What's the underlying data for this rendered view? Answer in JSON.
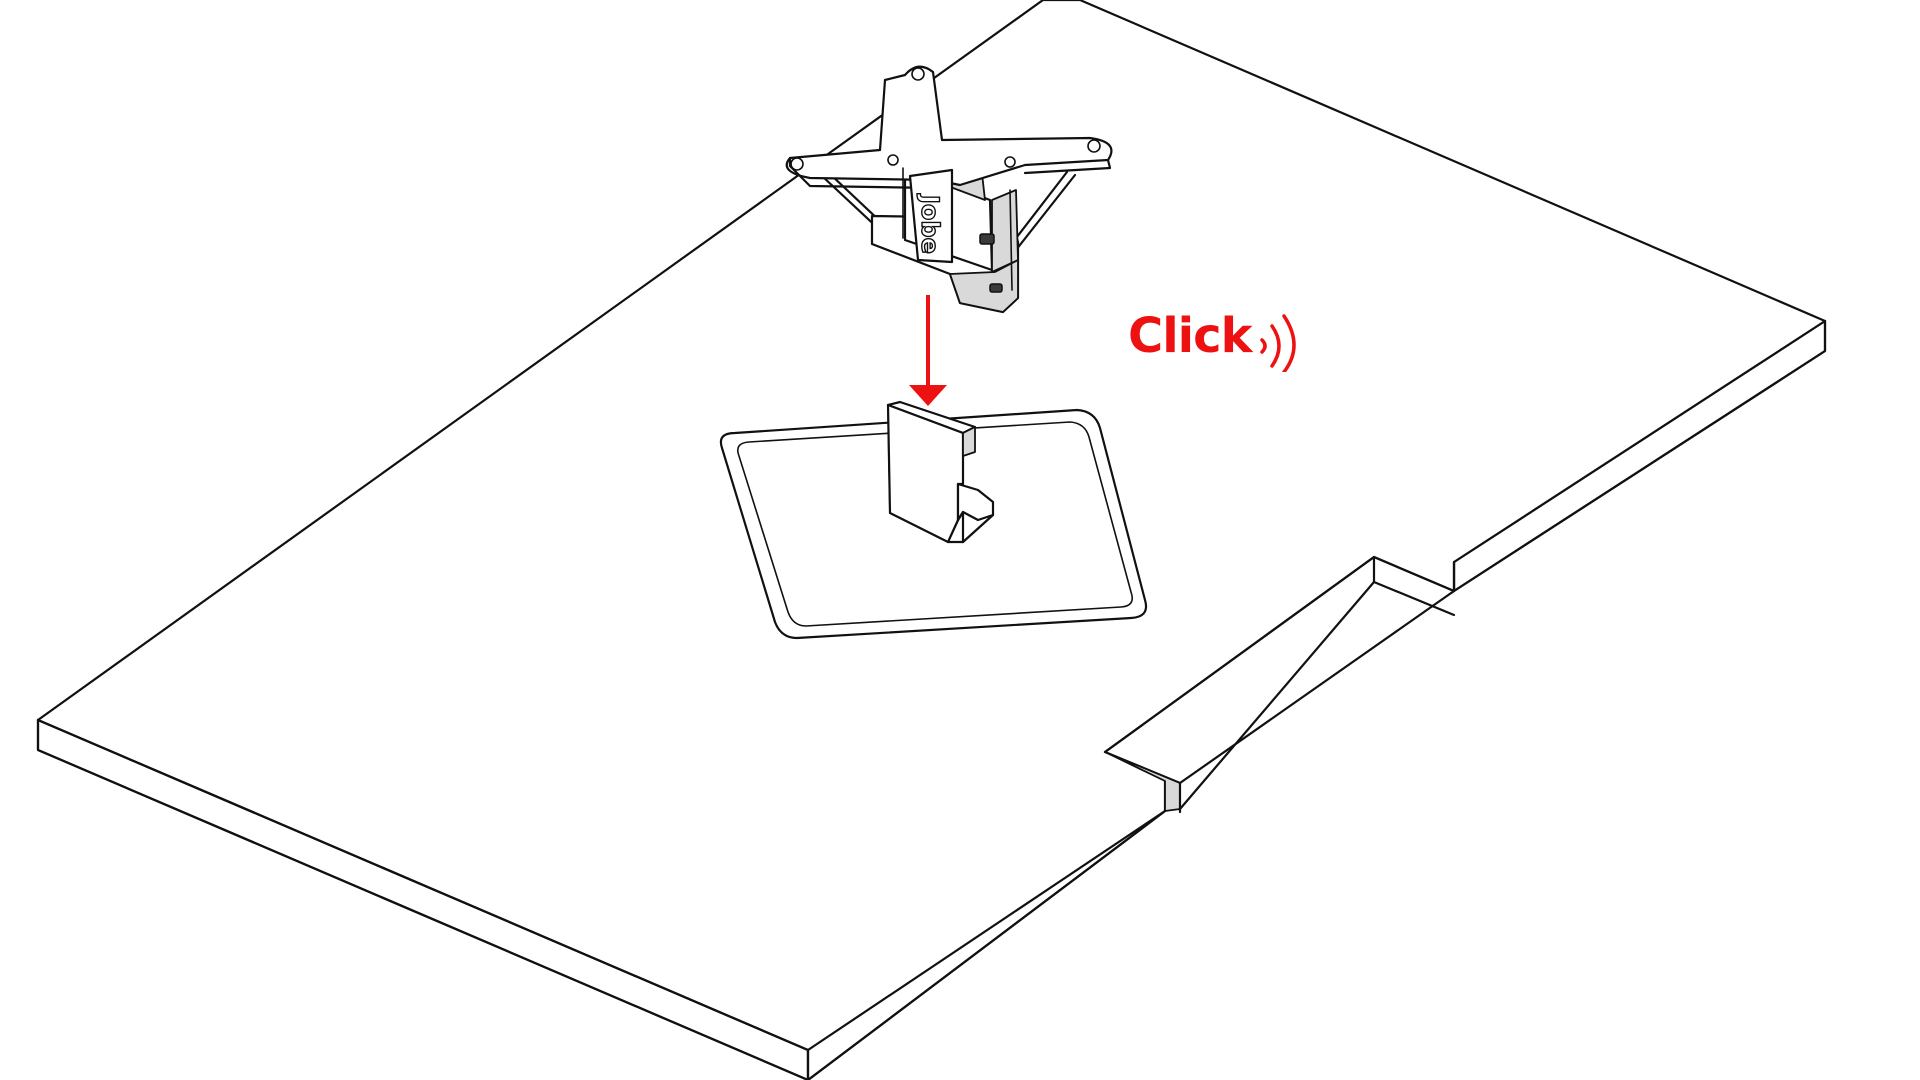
{
  "annotation": {
    "text": "Click",
    "color": "#ee1111"
  },
  "arrow": {
    "color": "#ee1111",
    "direction": "down"
  },
  "mount_logo_text": "Jobe",
  "parts": [
    {
      "name": "monitor-back-panel"
    },
    {
      "name": "vesa-mount-bracket"
    },
    {
      "name": "stand-connector-tab"
    },
    {
      "name": "recessed-mounting-frame"
    },
    {
      "name": "cable-slot"
    }
  ]
}
